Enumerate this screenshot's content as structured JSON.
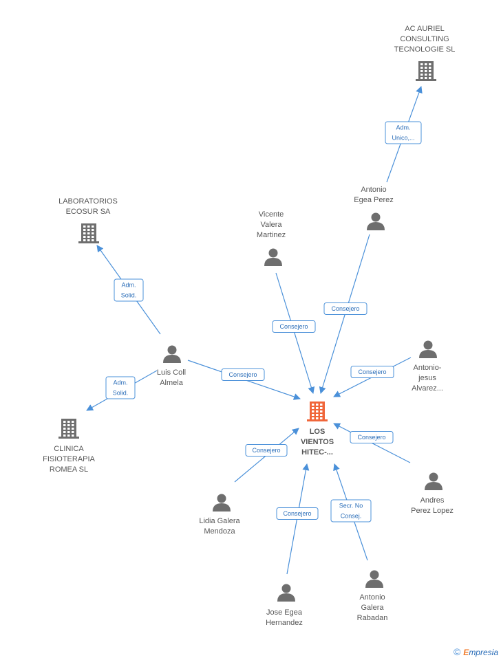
{
  "colors": {
    "edge": "#4a90d9",
    "edge_text": "#2a6db8",
    "company": "#6e6e6e",
    "focus_company": "#f0663a",
    "person": "#6e6e6e"
  },
  "nodes": [
    {
      "id": "ac_auriel",
      "type": "company",
      "label": [
        "AC AURIEL",
        "CONSULTING",
        "TECNOLOGIE SL"
      ]
    },
    {
      "id": "laboratorios",
      "type": "company",
      "label": [
        "LABORATORIOS",
        "ECOSUR SA"
      ]
    },
    {
      "id": "clinica",
      "type": "company",
      "label": [
        "CLINICA",
        "FISIOTERAPIA",
        "ROMEA SL"
      ]
    },
    {
      "id": "los_vientos",
      "type": "company",
      "focus": true,
      "label": [
        "LOS",
        "VIENTOS",
        "HITEC-..."
      ]
    },
    {
      "id": "antonio_egea",
      "type": "person",
      "label": [
        "Antonio",
        "Egea Perez"
      ]
    },
    {
      "id": "vicente",
      "type": "person",
      "label": [
        "Vicente",
        "Valera",
        "Martinez"
      ]
    },
    {
      "id": "luis_coll",
      "type": "person",
      "label": [
        "Luis Coll",
        "Almela"
      ]
    },
    {
      "id": "antonio_jesus",
      "type": "person",
      "label": [
        "Antonio-",
        "jesus",
        "Alvarez..."
      ]
    },
    {
      "id": "andres",
      "type": "person",
      "label": [
        "Andres",
        "Perez Lopez"
      ]
    },
    {
      "id": "lidia",
      "type": "person",
      "label": [
        "Lidia Galera",
        "Mendoza"
      ]
    },
    {
      "id": "jose_egea",
      "type": "person",
      "label": [
        "Jose Egea",
        "Hernandez"
      ]
    },
    {
      "id": "antonio_galera",
      "type": "person",
      "label": [
        "Antonio",
        "Galera",
        "Rabadan"
      ]
    }
  ],
  "edges": [
    {
      "from": "antonio_egea",
      "to": "ac_auriel",
      "label": [
        "Adm.",
        "Unico,..."
      ]
    },
    {
      "from": "luis_coll",
      "to": "laboratorios",
      "label": [
        "Adm.",
        "Solid."
      ]
    },
    {
      "from": "luis_coll",
      "to": "clinica",
      "label": [
        "Adm.",
        "Solid."
      ]
    },
    {
      "from": "antonio_egea",
      "to": "los_vientos",
      "label": [
        "Consejero"
      ]
    },
    {
      "from": "vicente",
      "to": "los_vientos",
      "label": [
        "Consejero"
      ]
    },
    {
      "from": "luis_coll",
      "to": "los_vientos",
      "label": [
        "Consejero"
      ]
    },
    {
      "from": "antonio_jesus",
      "to": "los_vientos",
      "label": [
        "Consejero"
      ]
    },
    {
      "from": "andres",
      "to": "los_vientos",
      "label": [
        "Consejero"
      ]
    },
    {
      "from": "lidia",
      "to": "los_vientos",
      "label": [
        "Consejero"
      ]
    },
    {
      "from": "jose_egea",
      "to": "los_vientos",
      "label": [
        "Consejero"
      ]
    },
    {
      "from": "antonio_galera",
      "to": "los_vientos",
      "label": [
        "Secr. No",
        "Consej."
      ]
    }
  ],
  "watermark": {
    "copyright": "©",
    "brand_initial": "E",
    "brand_rest": "mpresia"
  }
}
